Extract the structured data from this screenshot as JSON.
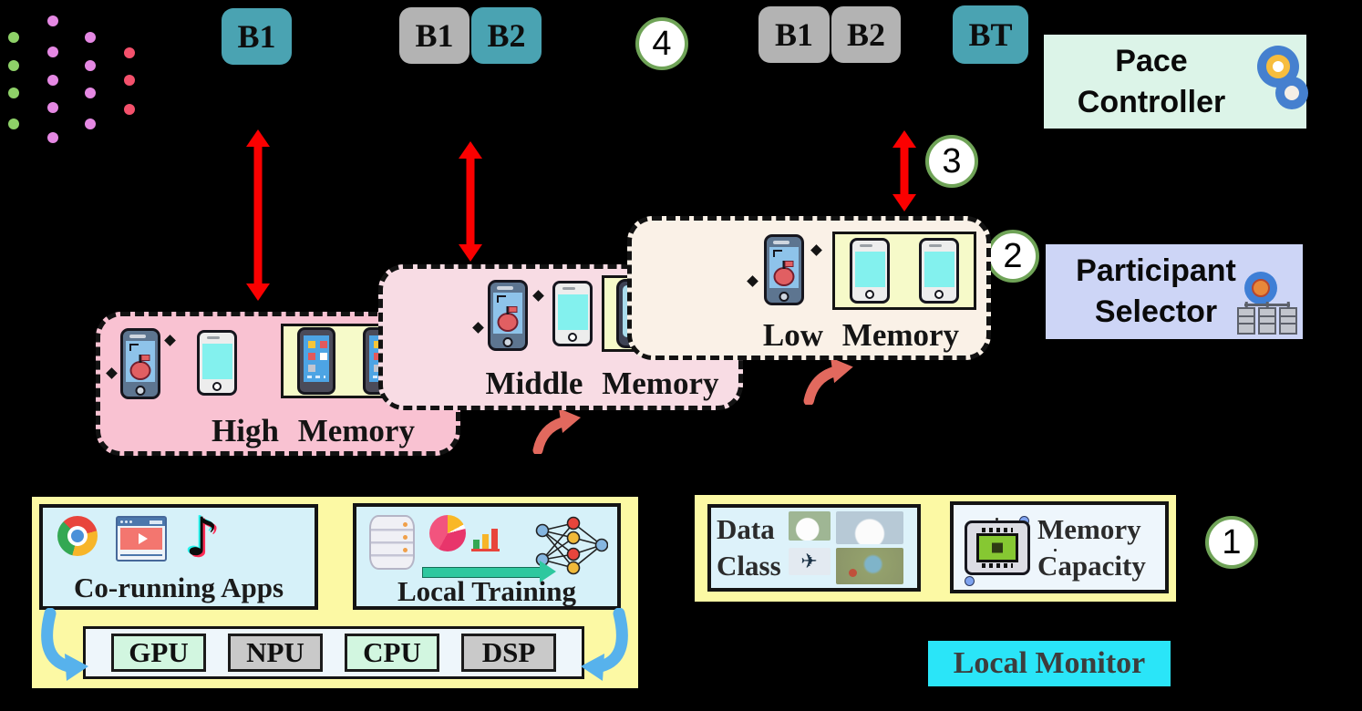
{
  "figure": {
    "description_visible_text_only": true
  },
  "batches": {
    "groups": [
      {
        "chips": [
          {
            "label": "B1",
            "color": "teal"
          }
        ]
      },
      {
        "chips": [
          {
            "label": "B1",
            "color": "gray"
          },
          {
            "label": "B2",
            "color": "teal"
          }
        ]
      },
      {
        "chips": [
          {
            "label": "B1",
            "color": "gray"
          },
          {
            "label": "B2",
            "color": "gray"
          }
        ]
      },
      {
        "chips": [
          {
            "label": "BT",
            "color": "teal"
          }
        ]
      }
    ]
  },
  "steps": {
    "one": "1",
    "two": "2",
    "three": "3",
    "four": "4"
  },
  "pace_controller": {
    "line1": "Pace",
    "line2": "Controller"
  },
  "participant_selector": {
    "line1": "Participant",
    "line2": "Selector"
  },
  "memory_groups": {
    "high": {
      "label": "High Memory"
    },
    "middle": {
      "label": "Middle Memory"
    },
    "low": {
      "label": "Low Memory"
    }
  },
  "device_panel": {
    "co_running_apps": {
      "label": "Co-running Apps"
    },
    "local_training": {
      "label": "Local Training"
    },
    "processors": [
      {
        "label": "GPU",
        "variant": "mint"
      },
      {
        "label": "NPU",
        "variant": "gray"
      },
      {
        "label": "CPU",
        "variant": "mint"
      },
      {
        "label": "DSP",
        "variant": "gray"
      }
    ]
  },
  "monitor_panel": {
    "data_class": {
      "line1": "Data",
      "line2": "Class"
    },
    "memory_capacity": {
      "line1": "Memory",
      "line2": "Capacity"
    },
    "local_monitor": {
      "label": "Local Monitor"
    }
  },
  "icons": [
    "neural-network-dots-icon",
    "gears-icon",
    "globe-gear-icon",
    "servers-icon",
    "app-phone-icon",
    "plain-phone-icon",
    "apps-grid-phone-icon",
    "dot-grid-phone-icon",
    "sparkle-icon",
    "chrome-icon",
    "video-player-icon",
    "tiktok-icon",
    "database-icon",
    "pie-chart-icon",
    "bar-chart-icon",
    "training-arrow-icon",
    "neural-net-icon",
    "dog-photo",
    "cat-photo",
    "airplane-photo",
    "bird-photo",
    "memory-chip-icon",
    "red-double-arrow",
    "salmon-curved-arrow",
    "blue-curved-arrow"
  ],
  "colors": {
    "background": "#000000",
    "batch_teal": "#4aa3b2",
    "batch_gray": "#b3b3b3",
    "pace_controller_bg": "#dcf4e8",
    "participant_selector_bg": "#cdd5f6",
    "high_memory_bg": "#f9c2d2",
    "middle_memory_bg": "#f8dce4",
    "low_memory_bg": "#faf1e7",
    "yellow_panel_bg": "#fcf9a4",
    "inner_box_blue": "#d6f1f9",
    "processor_mint": "#d2f6e0",
    "processor_gray": "#c9c9c9",
    "local_monitor_cyan": "#2ae5f8",
    "badge_border_green": "#6fa357",
    "arrow_red": "#fb0000",
    "arrow_salmon": "#e2695e",
    "arrow_blue": "#57b2ec"
  }
}
